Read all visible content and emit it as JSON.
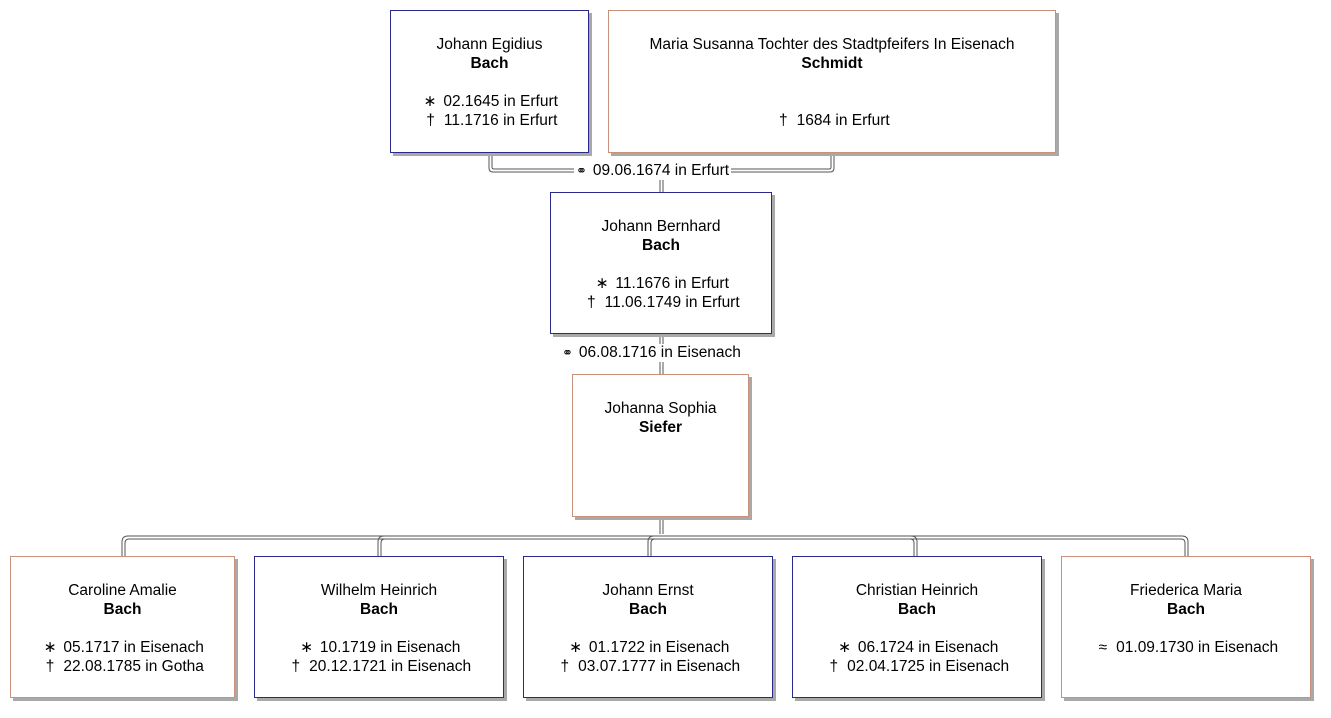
{
  "symbols": {
    "birth": "∗",
    "death": "†",
    "baptism": "≈",
    "marriage": "⚭"
  },
  "father": {
    "given": "Johann Egidius",
    "surname": "Bach",
    "birth": "02.1645 in Erfurt",
    "death": "11.1716 in Erfurt"
  },
  "mother": {
    "given": "Maria Susanna Tochter des Stadtpfeifers In Eisenach",
    "surname": "Schmidt",
    "death": "1684 in Erfurt"
  },
  "marriage1": "09.06.1674 in Erfurt",
  "subject": {
    "given": "Johann Bernhard",
    "surname": "Bach",
    "birth": "11.1676 in Erfurt",
    "death": "11.06.1749 in Erfurt"
  },
  "marriage2": "06.08.1716 in Eisenach",
  "spouse": {
    "given": "Johanna Sophia",
    "surname": "Siefer"
  },
  "children": [
    {
      "given": "Caroline Amalie",
      "surname": "Bach",
      "birth": "05.1717 in Eisenach",
      "death": "22.08.1785 in Gotha"
    },
    {
      "given": "Wilhelm Heinrich",
      "surname": "Bach",
      "birth": "10.1719 in Eisenach",
      "death": "20.12.1721 in Eisenach"
    },
    {
      "given": "Johann Ernst",
      "surname": "Bach",
      "birth": "01.1722 in Eisenach",
      "death": "03.07.1777 in Eisenach"
    },
    {
      "given": "Christian Heinrich",
      "surname": "Bach",
      "birth": "06.1724 in Eisenach",
      "death": "02.04.1725 in Eisenach"
    },
    {
      "given": "Friederica Maria",
      "surname": "Bach",
      "baptism": "01.09.1730 in Eisenach"
    }
  ]
}
